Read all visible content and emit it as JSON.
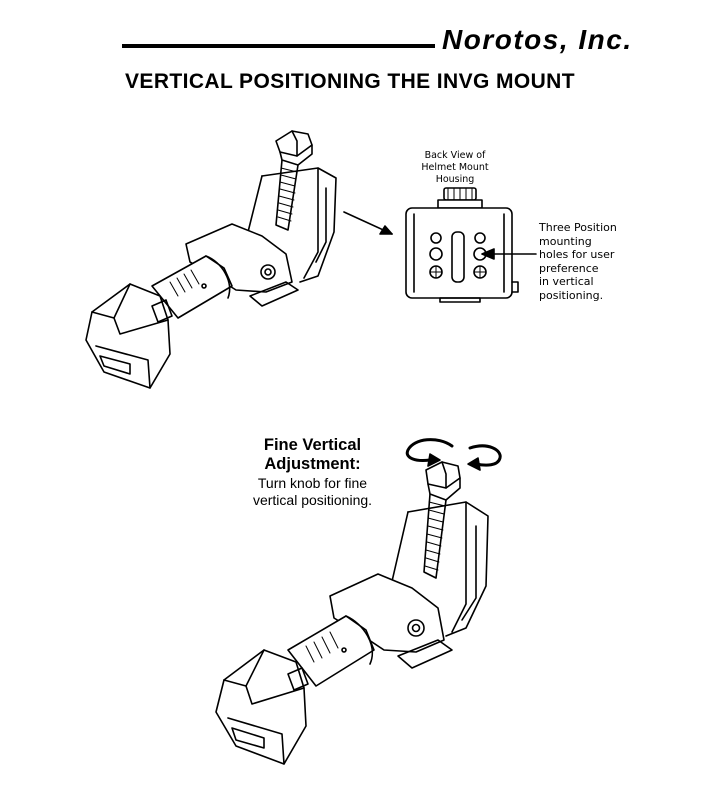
{
  "header": {
    "brand": "Norotos, Inc.",
    "title": "VERTICAL POSITIONING THE INVG MOUNT"
  },
  "back_view": {
    "label_lines": [
      "Back View of",
      "Helmet Mount",
      "Housing"
    ]
  },
  "callout": {
    "lines": [
      "Three Position",
      "mounting",
      "holes for user",
      "preference",
      "in vertical",
      "positioning."
    ]
  },
  "fine_adjustment": {
    "title_lines": [
      "Fine Vertical",
      "Adjustment:"
    ],
    "body_lines": [
      "Turn knob for fine",
      "vertical positioning."
    ]
  },
  "icons": {
    "arrow": "arrow-icon",
    "rotate_ccw": "rotate-left-icon",
    "rotate_cw": "rotate-right-icon"
  }
}
